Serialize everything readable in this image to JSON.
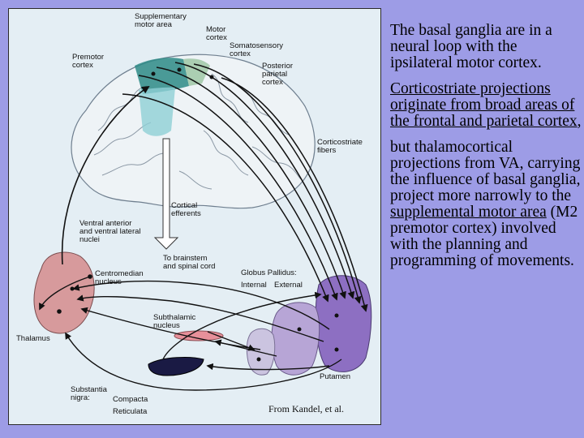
{
  "figure": {
    "labels": {
      "supplementary_motor_area": "Supplementary\nmotor area",
      "motor_cortex": "Motor\ncortex",
      "somatosensory_cortex": "Somatosensory\ncortex",
      "premotor_cortex": "Premotor\ncortex",
      "posterior_parietal_cortex": "Posterior\nparietal\ncortex",
      "corticostriate_fibers": "Corticostriate\nfibers",
      "cortical_efferents": "Cortical\nefferents",
      "ventral_nuclei": "Ventral anterior\nand ventral lateral\nnuclei",
      "to_brainstem": "To brainstem\nand spinal cord",
      "centromedian_nucleus": "Centromedian\nnucleus",
      "globus_pallidus": "Globus Pallidus:",
      "internal": "Internal",
      "external": "External",
      "subthalamic_nucleus": "Subthalamic\nnucleus",
      "thalamus": "Thalamus",
      "putamen": "Putamen",
      "substantia_nigra": "Substantia\nnigra:",
      "compacta": "Compacta",
      "reticulata": "Reticulata"
    },
    "credit": "From Kandel, et al.",
    "colors": {
      "thalamus": "#d79a9c",
      "putamen": "#8d6fc2",
      "globus_external": "#b7a5d6",
      "globus_internal": "#cbc4e0",
      "subthalamic": "#e7909a",
      "substantia_nigra": "#1a1a44",
      "motor_area": "#2d8a86",
      "brain_outline": "#6f7f8f"
    }
  },
  "text": {
    "p1": "The basal ganglia are in a neural loop with the ipsilateral motor cortex.",
    "p2": "Corticostriate projections originate from broad areas of the frontal and parietal cortex",
    "p2_end": ",",
    "p3_a": "but thalamocortical projections from VA, carrying the influence of basal ganglia, project more narrowly to the ",
    "p3_link1": "supplemental motor area",
    "p3_b": " (M2 premotor cortex) involved with the planning and programming of movements."
  }
}
